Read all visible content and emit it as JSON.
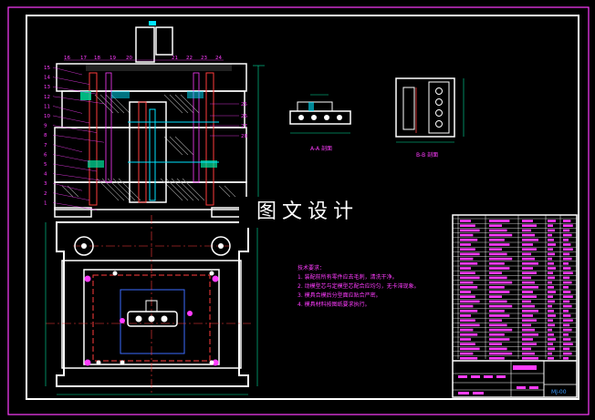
{
  "watermark": "图文设计",
  "main_view": {
    "top_labels": [
      "16",
      "17",
      "18",
      "19",
      "20",
      "",
      "21",
      "22",
      "23",
      "24"
    ],
    "left_labels": [
      "15",
      "14",
      "13",
      "12",
      "11",
      "10",
      "9",
      "8",
      "7",
      "6",
      "5",
      "4",
      "3",
      "2",
      "1"
    ],
    "right_labels": [
      "25",
      "26",
      "27",
      "28"
    ]
  },
  "section_a": {
    "caption": "A-A 剖面"
  },
  "section_b": {
    "caption": "B-B 剖面"
  },
  "tech_notes": {
    "heading": "技术要求：",
    "items": [
      "1. 装配前所有零件应去毛刺，清洗干净。",
      "2. 动模型芯与定模型芯配合应均匀，无卡滞现象。",
      "3. 模具合模后分型面应贴合严密。",
      "4. 模具材料按图纸要求执行。"
    ]
  },
  "title_block": {
    "drawing_no": "MJ-00"
  }
}
